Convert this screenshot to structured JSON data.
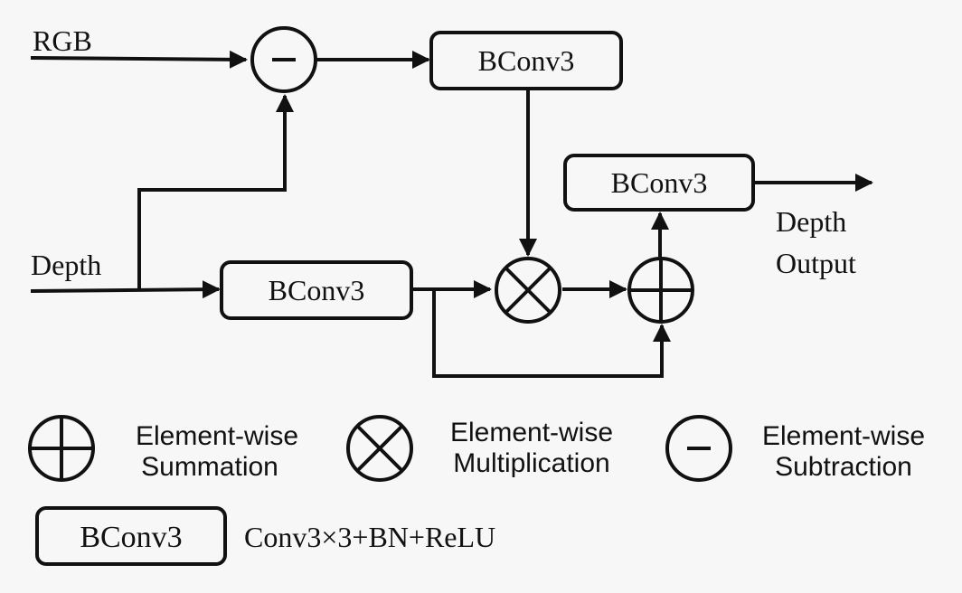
{
  "labels": {
    "rgb": "RGB",
    "depth": "Depth",
    "output_line1": "Depth",
    "output_line2": "Output"
  },
  "blocks": {
    "top": "BConv3",
    "bottom": "BConv3",
    "right": "BConv3"
  },
  "legend": {
    "sum_line1": "Element-wise",
    "sum_line2": "Summation",
    "mul_line1": "Element-wise",
    "mul_line2": "Multiplication",
    "sub_line1": "Element-wise",
    "sub_line2": "Subtraction",
    "block": "BConv3",
    "block_desc": "Conv3×3+BN+ReLU"
  },
  "icons": {
    "summation": "circle-plus-icon",
    "multiplication": "circle-times-icon",
    "subtraction": "circle-minus-icon"
  }
}
